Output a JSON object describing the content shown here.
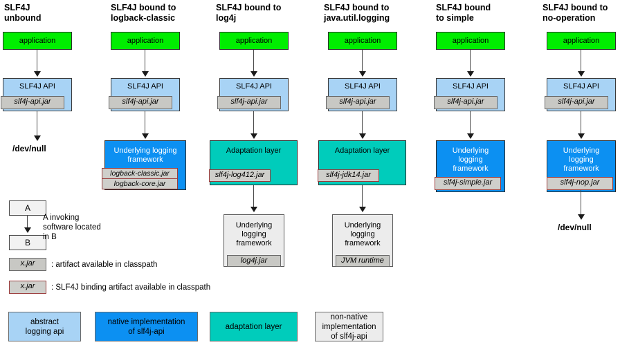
{
  "diagram": {
    "title": "SLF4J bindings diagram",
    "columns": [
      {
        "header": "SLF4J\nunbound",
        "header_line1": "SLF4J",
        "header_line2": "unbound",
        "application": "application",
        "api": "SLF4J API",
        "api_jar": "slf4j-api.jar",
        "terminal": "/dev/null"
      },
      {
        "header_line1": "SLF4J bound to",
        "header_line2": "logback-classic",
        "application": "application",
        "api": "SLF4J API",
        "api_jar": "slf4j-api.jar",
        "impl": "Underlying logging framework",
        "impl_jar1": "logback-classic.jar",
        "impl_jar2": "logback-core.jar"
      },
      {
        "header_line1": "SLF4J bound to",
        "header_line2": "log4j",
        "application": "application",
        "api": "SLF4J API",
        "api_jar": "slf4j-api.jar",
        "adapter": "Adaptation layer",
        "adapter_jar": "slf4j-log412.jar",
        "impl": "Underlying\nlogging\nframework",
        "impl_jar": "log4j.jar"
      },
      {
        "header_line1": "SLF4J bound to",
        "header_line2": "java.util.logging",
        "application": "application",
        "api": "SLF4J API",
        "api_jar": "slf4j-api.jar",
        "adapter": "Adaptation layer",
        "adapter_jar": "slf4j-jdk14.jar",
        "impl": "Underlying\nlogging\nframework",
        "impl_jar": "JVM runtime"
      },
      {
        "header_line1": "SLF4J bound",
        "header_line2": "to simple",
        "application": "application",
        "api": "SLF4J API",
        "api_jar": "slf4j-api.jar",
        "impl": "Underlying\nlogging\nframework",
        "impl_jar": "slf4j-simple.jar"
      },
      {
        "header_line1": "SLF4J bound to",
        "header_line2": "no-operation",
        "application": "application",
        "api": "SLF4J API",
        "api_jar": "slf4j-api.jar",
        "impl": "Underlying\nlogging\nframework",
        "impl_jar": "slf4j-nop.jar",
        "terminal": "/dev/null"
      }
    ]
  },
  "legend": {
    "invoke": {
      "box_a": "A",
      "box_b": "B",
      "text_line1": "A invoking",
      "text_line2": "software located",
      "text_line3": "in B"
    },
    "artifact": {
      "box": "x.jar",
      "text": ": artifact available in classpath"
    },
    "binding": {
      "box": "x.jar",
      "text": ": SLF4J binding artifact available in classpath"
    },
    "swatches": [
      {
        "label": "abstract\nlogging api",
        "line1": "abstract",
        "line2": "logging api",
        "color": "#a8d3f5"
      },
      {
        "label": "native implementation of slf4j-api",
        "line1": "native implementation",
        "line2": "of slf4j-api",
        "color": "#0c90f2"
      },
      {
        "label": "adaptation layer",
        "line1": "adaptation layer",
        "line2": "",
        "color": "#00ccbb"
      },
      {
        "label": "non-native implementation of slf4j-api",
        "line1": "non-native",
        "line2": "implementation",
        "line3": "of slf4j-api",
        "color": "#ececec"
      }
    ]
  },
  "colors": {
    "application": "#00ee00",
    "slf4j_api": "#a8d3f5",
    "native_impl": "#0c90f2",
    "adaptation": "#00ccbb",
    "non_native": "#ececec",
    "jar": "#c8c8c4",
    "binding_border": "#9a3b3b"
  }
}
